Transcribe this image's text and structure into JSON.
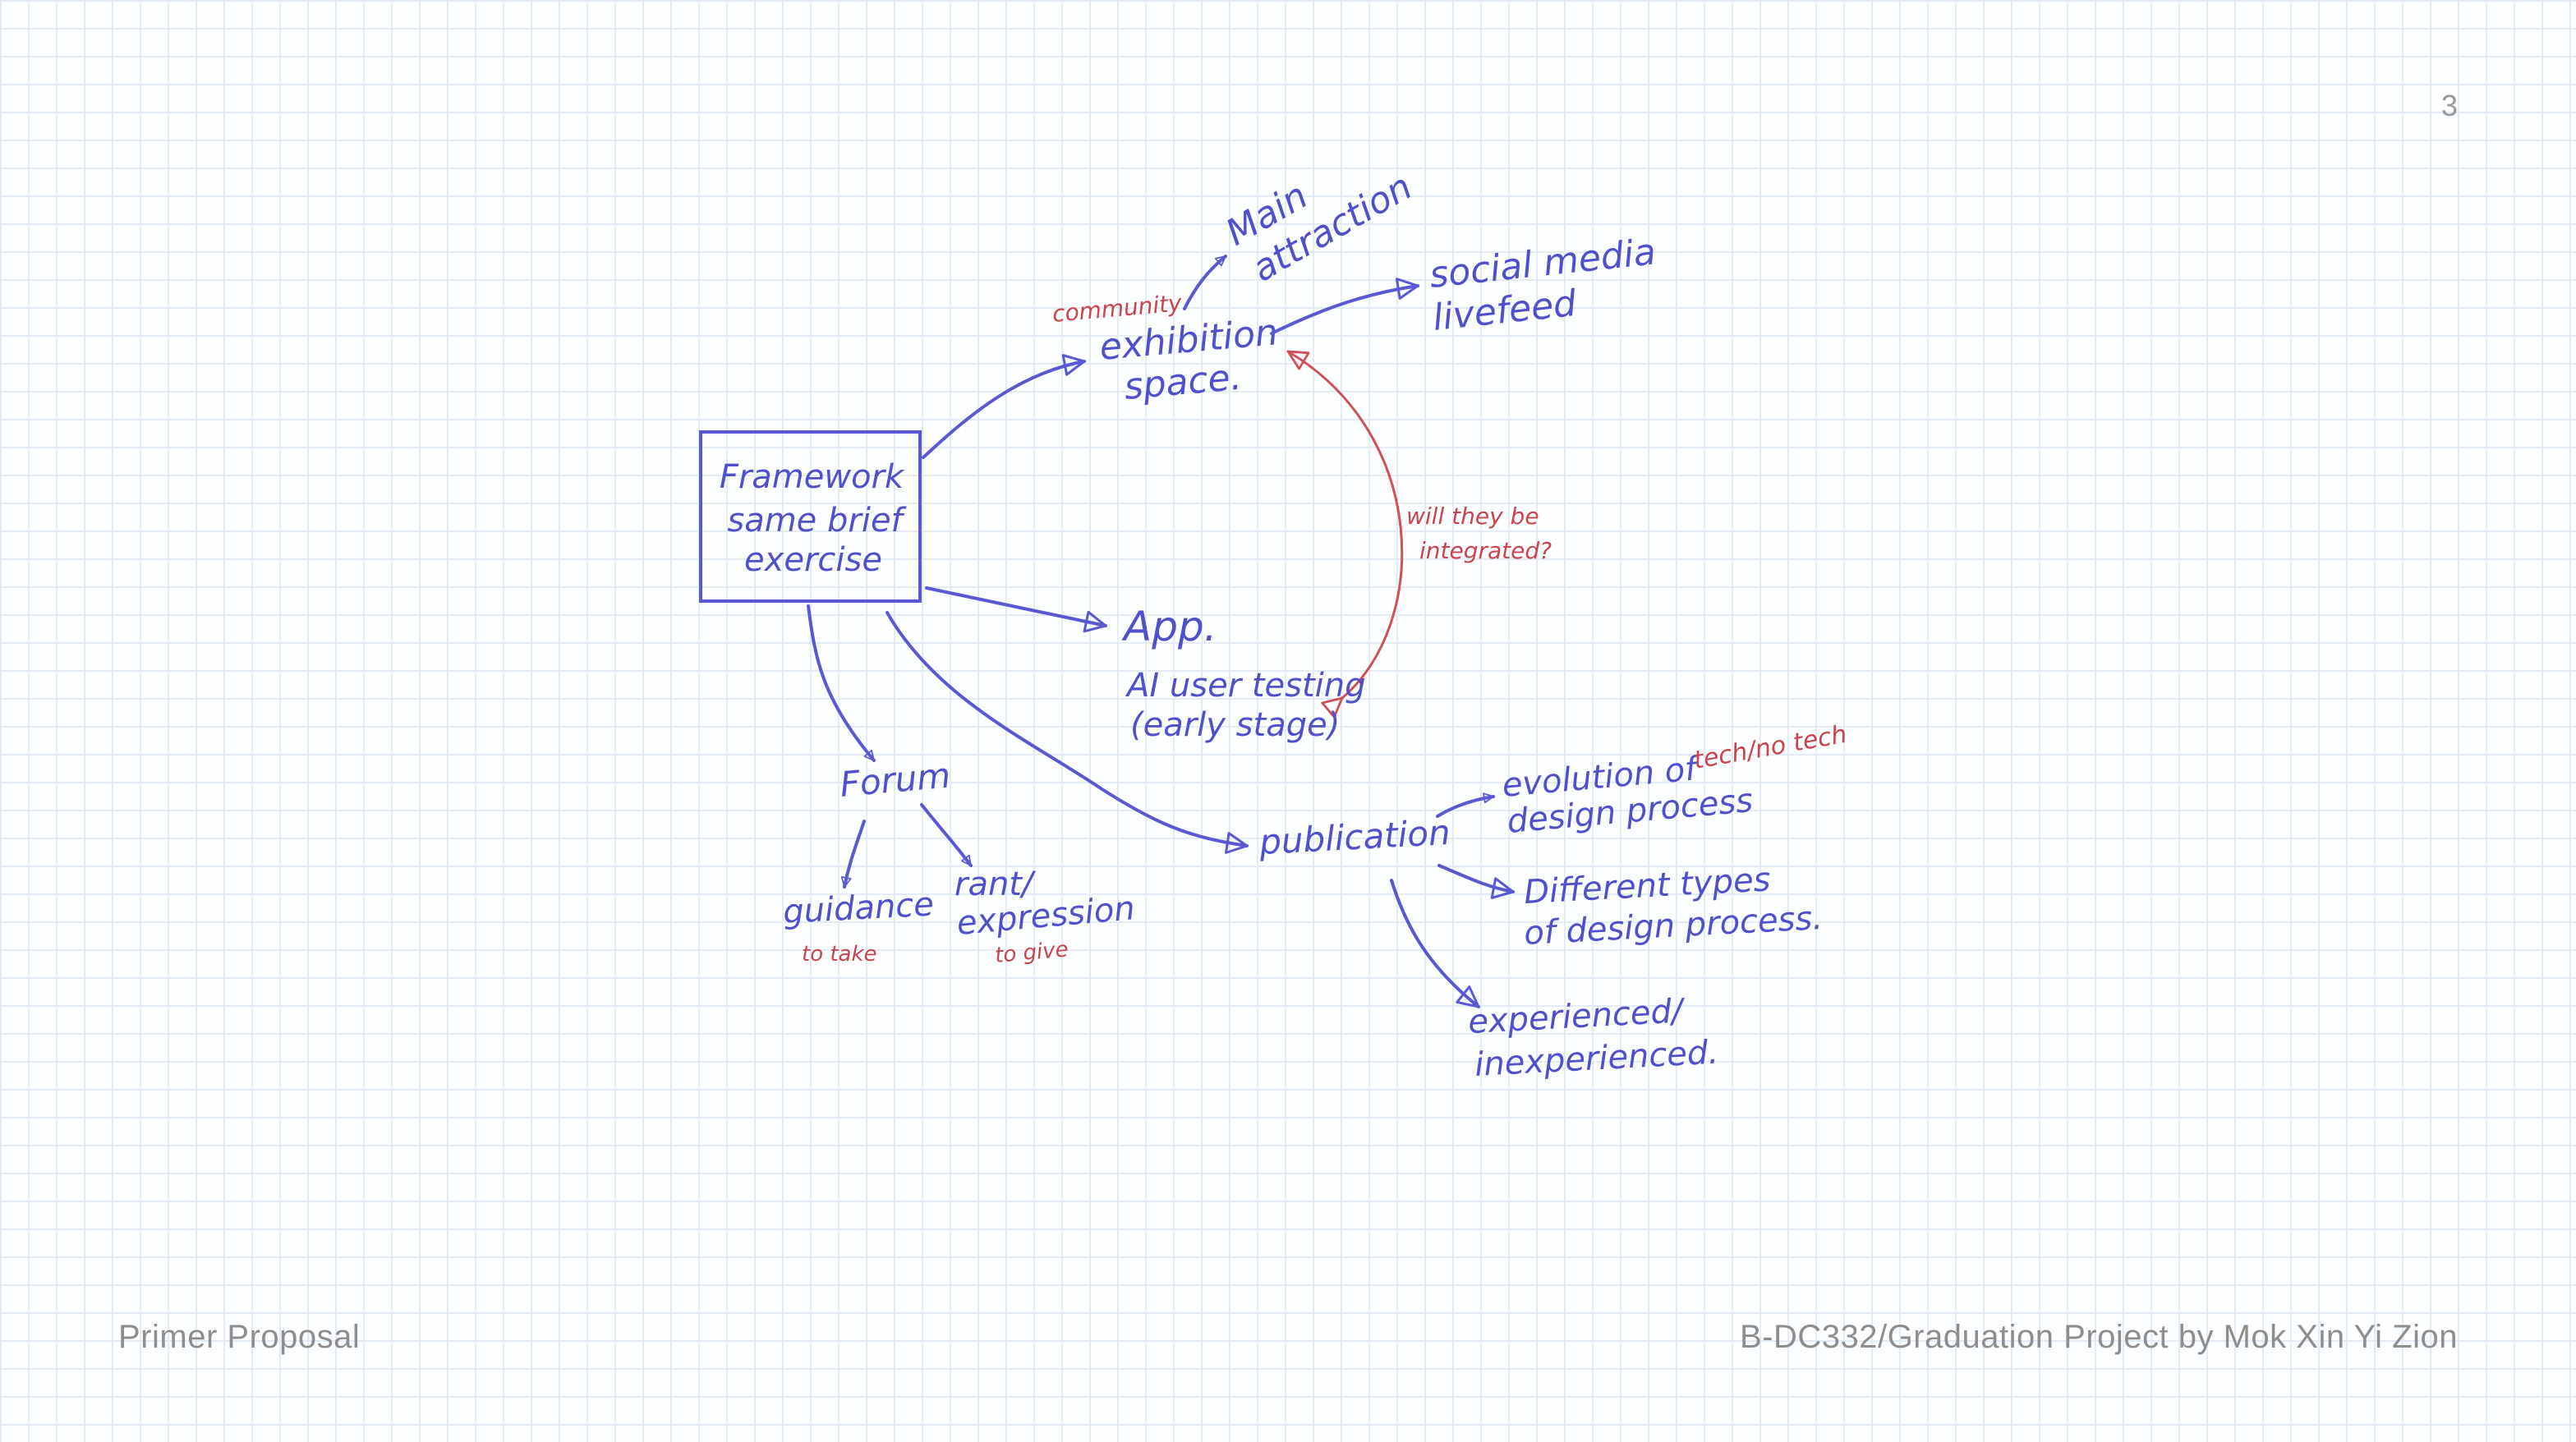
{
  "slide": {
    "page_number": "3",
    "footer_left": "Primer Proposal",
    "footer_right": "B-DC332/Graduation Project by Mok Xin Yi Zion"
  },
  "diagram": {
    "box": [
      "Framework",
      "same brief",
      "exercise"
    ],
    "exhibition": [
      "exhibition",
      "space."
    ],
    "community": "community",
    "main_attraction": [
      "Main",
      "attraction"
    ],
    "social_media": [
      "social media",
      "livefeed"
    ],
    "integrated_question": [
      "will they be",
      "integrated?"
    ],
    "app": "App.",
    "ai_testing": [
      "AI user testing",
      "(early stage)"
    ],
    "forum": "Forum",
    "guidance": "guidance",
    "to_take": "to take",
    "rant": [
      "rant/",
      "expression"
    ],
    "to_give": "to give",
    "publication": "publication",
    "evolution": [
      "evolution of",
      "design process"
    ],
    "tech": "tech/no tech",
    "different_types": [
      "Different types",
      "of design process."
    ],
    "experienced": [
      "experienced/",
      "inexperienced."
    ]
  },
  "colors": {
    "ink_blue": "#5150cc",
    "ink_red": "#c9444c",
    "footer_gray": "#8e8e8e",
    "grid": "#e3ecf4"
  }
}
